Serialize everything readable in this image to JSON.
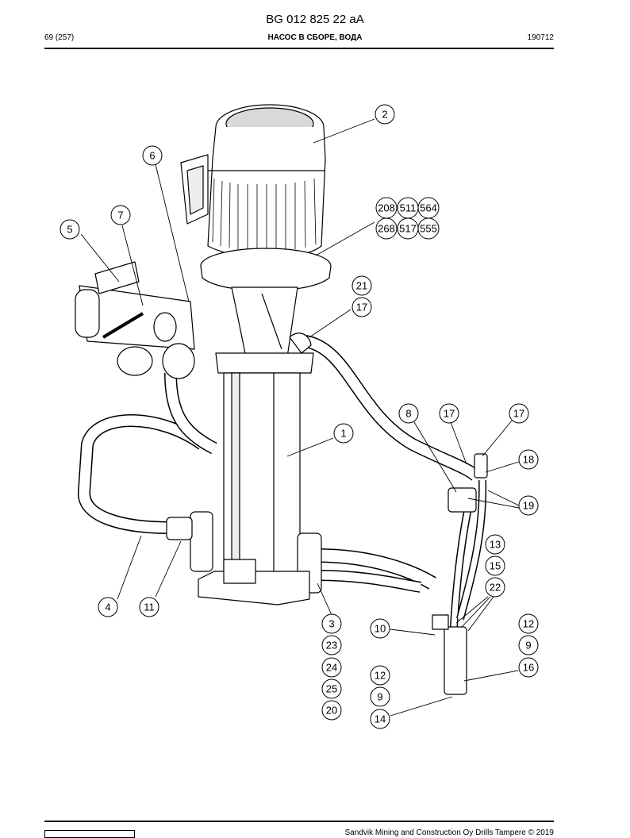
{
  "header": {
    "doc_code": "BG 012 825 22 aA",
    "page": "69 (257)",
    "section_title": "НАСОС В СБОРЕ, ВОДА",
    "date_code": "190712"
  },
  "footer": {
    "copyright": "Sandvik Mining and Construction Oy Drills Tampere © 2019"
  },
  "callouts": [
    "2",
    "6",
    "7",
    "5",
    "208",
    "511",
    "564",
    "268",
    "517",
    "555",
    "21",
    "17",
    "8",
    "17",
    "17",
    "18",
    "1",
    "19",
    "13",
    "15",
    "22",
    "4",
    "11",
    "3",
    "10",
    "12",
    "9",
    "16",
    "23",
    "24",
    "12",
    "25",
    "9",
    "20",
    "14"
  ]
}
